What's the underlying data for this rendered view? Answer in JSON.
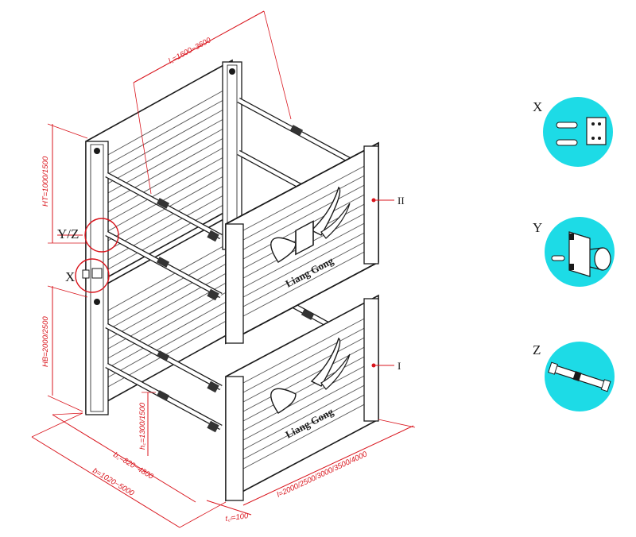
{
  "dimensions": {
    "lc": "l꜀=1600−3600",
    "ht": "HT=1000/1500",
    "hb": "HB=2000/2500",
    "hc": "h꜀=1300/1500",
    "bc": "b꜀=820−4800",
    "b": "b=1020−5000",
    "l": "l=2000/2500/3000/3500/4000",
    "tpl": "t꜀ₗ=100"
  },
  "callouts": {
    "yz": "Y/Z",
    "x": "X",
    "panel_upper": "II",
    "panel_lower": "I"
  },
  "brand": {
    "logo_text": "Liang Gong"
  },
  "details": [
    {
      "label": "X",
      "part": "pins-and-clamp-block"
    },
    {
      "label": "Y",
      "part": "strut-connector-bracket"
    },
    {
      "label": "Z",
      "part": "telescopic-strut"
    }
  ],
  "colors": {
    "dimension_red": "#d9141c",
    "detail_circle_cyan": "#1ddbe6",
    "ink": "#1a1a1a"
  }
}
